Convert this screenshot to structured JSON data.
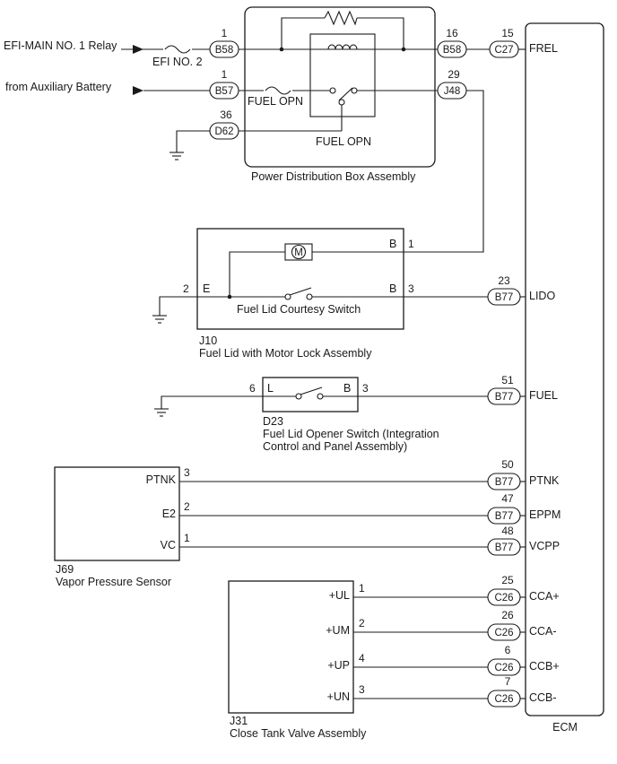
{
  "sources": {
    "efi_main_relay": "EFI-MAIN NO. 1 Relay",
    "aux_battery": "from Auxiliary Battery"
  },
  "fuses": {
    "efi_no2": "EFI NO. 2",
    "fuel_opn": "FUEL OPN"
  },
  "relay_label": "FUEL OPN",
  "assemblies": {
    "pdb": "Power Distribution Box Assembly",
    "fuel_lid_id": "J10",
    "fuel_lid": "Fuel Lid with Motor Lock Assembly",
    "courtesy_switch": "Fuel Lid Courtesy Switch",
    "opener_id": "D23",
    "opener_line1": "Fuel Lid Opener Switch (Integration",
    "opener_line2": "Control and Panel Assembly)",
    "vapor_id": "J69",
    "vapor": "Vapor Pressure Sensor",
    "ctv_id": "J31",
    "ctv": "Close Tank Valve Assembly",
    "ecm": "ECM"
  },
  "connectors": {
    "b58": "B58",
    "b57": "B57",
    "d62": "D62",
    "j48": "J48",
    "c27": "C27",
    "b77": "B77",
    "c26": "C26"
  },
  "pins": {
    "b58_in": "1",
    "b57_in": "1",
    "d62": "36",
    "b58_out": "16",
    "j48": "29",
    "c27": "15",
    "lid_motor_b": "1",
    "lid_e": "2",
    "lid_switch_b": "3",
    "lido": "23",
    "opener_l": "6",
    "opener_b": "3",
    "fuel": "51",
    "ptnk_s": "3",
    "e2_s": "2",
    "vc_s": "1",
    "ptnk_e": "50",
    "eppm_e": "47",
    "vcpp_e": "48",
    "ul_s": "1",
    "um_s": "2",
    "up_s": "4",
    "un_s": "3",
    "cca_p": "25",
    "cca_m": "26",
    "ccb_p": "6",
    "ccb_m": "7"
  },
  "terminals": {
    "motor_b": "B",
    "lid_e": "E",
    "lid_b": "B",
    "opener_l": "L",
    "opener_b": "B",
    "ptnk": "PTNK",
    "e2": "E2",
    "vc": "VC",
    "ul": "+UL",
    "um": "+UM",
    "up": "+UP",
    "un": "+UN"
  },
  "ecm_terminals": {
    "frel": "FREL",
    "lido": "LIDO",
    "fuel": "FUEL",
    "ptnk": "PTNK",
    "eppm": "EPPM",
    "vcpp": "VCPP",
    "cca_p": "CCA+",
    "cca_m": "CCA-",
    "ccb_p": "CCB+",
    "ccb_m": "CCB-"
  },
  "icons": {
    "motor": "M"
  }
}
